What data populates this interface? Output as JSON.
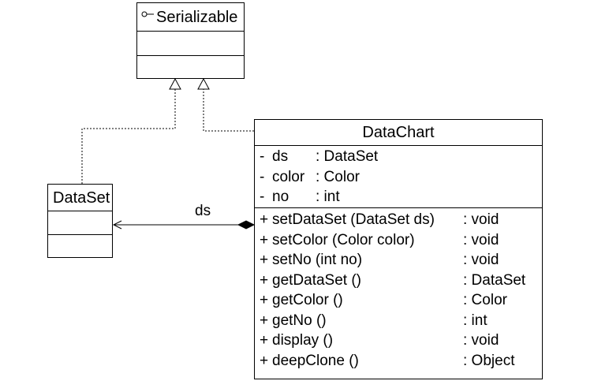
{
  "diagram": {
    "type": "uml-class-diagram",
    "classes": {
      "serializable": {
        "name": "Serializable",
        "stereotype_icon": "interface-lollipop-icon"
      },
      "dataset": {
        "name": "DataSet"
      },
      "datachart": {
        "name": "DataChart",
        "attributes": [
          {
            "visibility": "-",
            "name": "ds",
            "type": ": DataSet"
          },
          {
            "visibility": "-",
            "name": "color",
            "type": ": Color"
          },
          {
            "visibility": "-",
            "name": "no",
            "type": ": int"
          }
        ],
        "operations": [
          {
            "visibility": "+",
            "name": "setDataSet (DataSet ds)",
            "type": ": void"
          },
          {
            "visibility": "+",
            "name": "setColor (Color color)",
            "type": ": void"
          },
          {
            "visibility": "+",
            "name": "setNo (int no)",
            "type": ": void"
          },
          {
            "visibility": "+",
            "name": "getDataSet ()",
            "type": ": DataSet"
          },
          {
            "visibility": "+",
            "name": "getColor ()",
            "type": ": Color"
          },
          {
            "visibility": "+",
            "name": "getNo ()",
            "type": ": int"
          },
          {
            "visibility": "+",
            "name": "display ()",
            "type": ": void"
          },
          {
            "visibility": "+",
            "name": "deepClone ()",
            "type": ": Object"
          }
        ]
      }
    },
    "relationships": {
      "composition": {
        "label": "ds",
        "from": "DataChart",
        "to": "DataSet"
      },
      "realizations": [
        {
          "from": "DataSet",
          "to": "Serializable"
        },
        {
          "from": "DataChart",
          "to": "Serializable"
        }
      ]
    },
    "colors": {
      "line": "#000000",
      "background": "#ffffff"
    }
  }
}
